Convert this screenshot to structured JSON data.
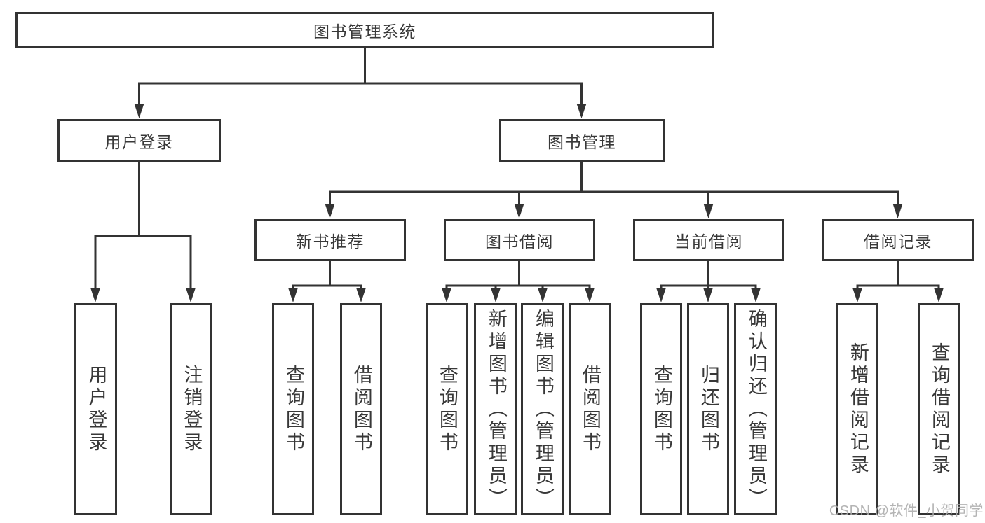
{
  "diagram": {
    "root": {
      "label": "图书管理系统"
    },
    "branches": [
      {
        "label": "用户登录",
        "children": [
          {
            "label": "用户登录"
          },
          {
            "label": "注销登录"
          }
        ]
      },
      {
        "label": "图书管理",
        "children": [
          {
            "label": "新书推荐",
            "children": [
              {
                "label": "查询图书"
              },
              {
                "label": "借阅图书"
              }
            ]
          },
          {
            "label": "图书借阅",
            "children": [
              {
                "label": "查询图书"
              },
              {
                "label": "新增图书（管理员）"
              },
              {
                "label": "编辑图书（管理员）"
              },
              {
                "label": "借阅图书"
              }
            ]
          },
          {
            "label": "当前借阅",
            "children": [
              {
                "label": "查询图书"
              },
              {
                "label": "归还图书"
              },
              {
                "label": "确认归还（管理员）"
              }
            ]
          },
          {
            "label": "借阅记录",
            "children": [
              {
                "label": "新增借阅记录"
              },
              {
                "label": "查询借阅记录"
              }
            ]
          }
        ]
      }
    ],
    "watermark": "CSDN @软件_小贺同学"
  },
  "colors": {
    "line": "#333333",
    "text": "#383838",
    "background": "#ffffff",
    "watermark": "#acacac"
  }
}
